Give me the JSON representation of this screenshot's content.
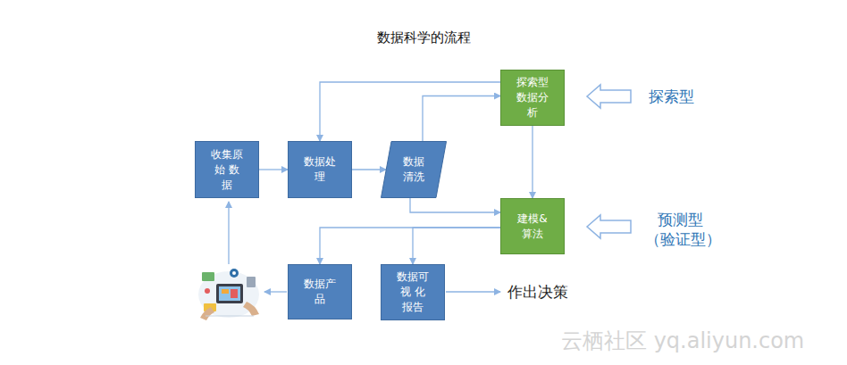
{
  "diagram": {
    "title": "数据科学的流程",
    "nodes": [
      {
        "text": [
          "探索型 数据分析"
        ]
      },
      {
        "text": [
          "收集原始 数据"
        ]
      },
      {
        "text": [
          "数据处理"
        ]
      },
      {
        "text": [
          "数据 清洗"
        ]
      },
      {
        "text": [
          "建模& 算法"
        ]
      },
      {
        "text": [
          "数据产品"
        ]
      },
      {
        "text": [
          "数据可视 化报告"
        ]
      }
    ],
    "edges": [
      {
        "from": 1,
        "to": 2,
        "arrow": "to"
      },
      {
        "from": 2,
        "to": 3,
        "arrow": "to"
      },
      {
        "from": 3,
        "to": 0,
        "arrow": "to"
      },
      {
        "from": 0,
        "to": 2,
        "arrow": "to"
      },
      {
        "from": 0,
        "to": 4,
        "arrow": "to"
      },
      {
        "from": 3,
        "to": 4,
        "arrow": "to"
      },
      {
        "from": 4,
        "to": 5,
        "arrow": "to"
      },
      {
        "from": 4,
        "to": 6,
        "arrow": "to"
      }
    ],
    "labels": [
      "探索型",
      "预测型",
      "（验证型）",
      "作出决策",
      "云栖社区 yq.aliyun.com"
    ]
  }
}
